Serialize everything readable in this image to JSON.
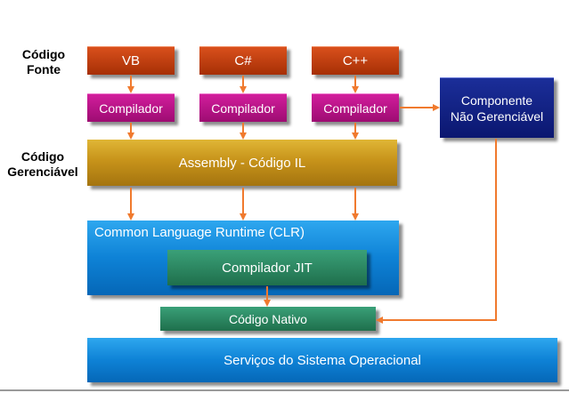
{
  "labels": {
    "source_code": "Código\nFonte",
    "managed_code": "Código\nGerenciável"
  },
  "boxes": {
    "vb": "VB",
    "csharp": "C#",
    "cpp": "C++",
    "compiler_vb": "Compilador",
    "compiler_cs": "Compilador",
    "compiler_cpp": "Compilador",
    "unmanaged_component_line1": "Componente",
    "unmanaged_component_line2": "Não Gerenciável",
    "assembly": "Assembly - Código IL",
    "clr": "Common Language Runtime (CLR)",
    "jit": "Compilador JIT",
    "native": "Código Nativo",
    "os_services": "Serviços do Sistema Operacional"
  },
  "colors": {
    "arrow": "#f07a2e",
    "source": "#c4410f",
    "compiler": "#c0168c",
    "unmanaged": "#142388",
    "assembly": "#c7931a",
    "clr": "#0e82d6",
    "jit": "#2a8660"
  }
}
